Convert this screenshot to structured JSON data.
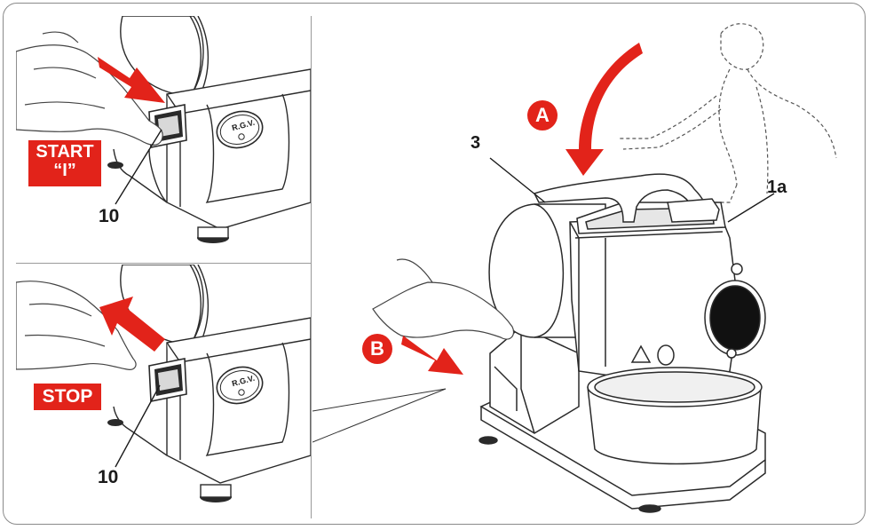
{
  "panels": {
    "start": {
      "label_line1": "START",
      "label_line2": "“I”",
      "callout": "10",
      "badge": "R.G.V."
    },
    "stop": {
      "label": "STOP",
      "callout": "10",
      "badge": "R.G.V."
    },
    "main": {
      "step_a": "A",
      "step_b": "B",
      "callout_handle": "3",
      "callout_cover": "1a"
    }
  },
  "colors": {
    "accent_red": "#e2231a",
    "line": "#2a2a2a",
    "frame": "#8a8a8a"
  }
}
